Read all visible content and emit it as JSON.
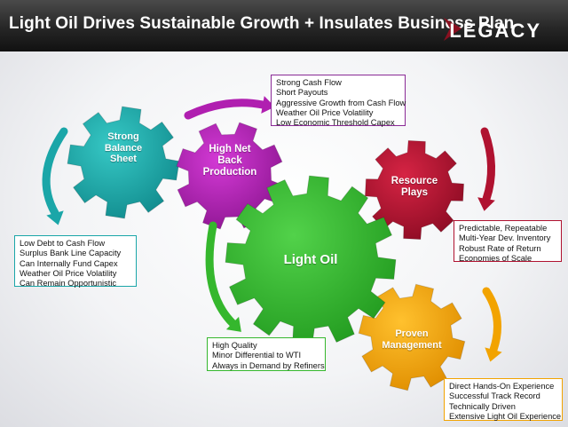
{
  "header": {
    "title": "Light Oil Drives Sustainable Growth + Insulates Business Plan",
    "logo": "LEGACY"
  },
  "gears": {
    "balance": "Strong Balance Sheet",
    "netback": "High Net Back Production",
    "center": "Light Oil",
    "resource": "Resource Plays",
    "management": "Proven Management"
  },
  "boxes": {
    "cashflow": [
      "Strong Cash Flow",
      "Short Payouts",
      "Aggressive Growth from Cash Flow",
      "Weather Oil Price Volatility",
      "Low Economic Threshold Capex"
    ],
    "debt": [
      "Low Debt to Cash Flow",
      "Surplus Bank Line Capacity",
      "Can Internally Fund Capex",
      "Weather Oil Price Volatility",
      "Can Remain Opportunistic"
    ],
    "predictable": [
      "Predictable, Repeatable",
      "Multi-Year Dev. Inventory",
      "Robust Rate of Return",
      "Economies of Scale"
    ],
    "quality": [
      "High Quality",
      "Minor Differential to WTI",
      "Always in Demand by Refiners"
    ],
    "direct": [
      "Direct Hands-On Experience",
      "Successful Track Record",
      "Technically Driven",
      "Extensive Light Oil Experience"
    ]
  },
  "colors": {
    "teal": "#1aa6a8",
    "purple": "#b01fb0",
    "green": "#35b72d",
    "red": "#b01230",
    "orange": "#f2a300",
    "logo_accent": "#8a1020"
  }
}
